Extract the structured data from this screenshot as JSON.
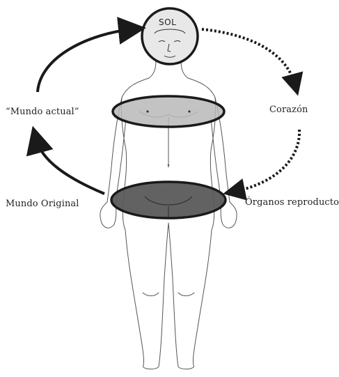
{
  "labels": {
    "sol": "SOL",
    "corazon": "Corazón",
    "organos": "Órganos reproductores",
    "mundo_original": "Mundo Original",
    "mundo_actual": "“Mundo actual”"
  },
  "colors": {
    "stroke": "#1a1a1a",
    "heart_fill": "#b9b9b9",
    "reproductive_fill": "#5a5a5a",
    "head_fill": "#e6e6e6",
    "body_line": "#555555"
  }
}
